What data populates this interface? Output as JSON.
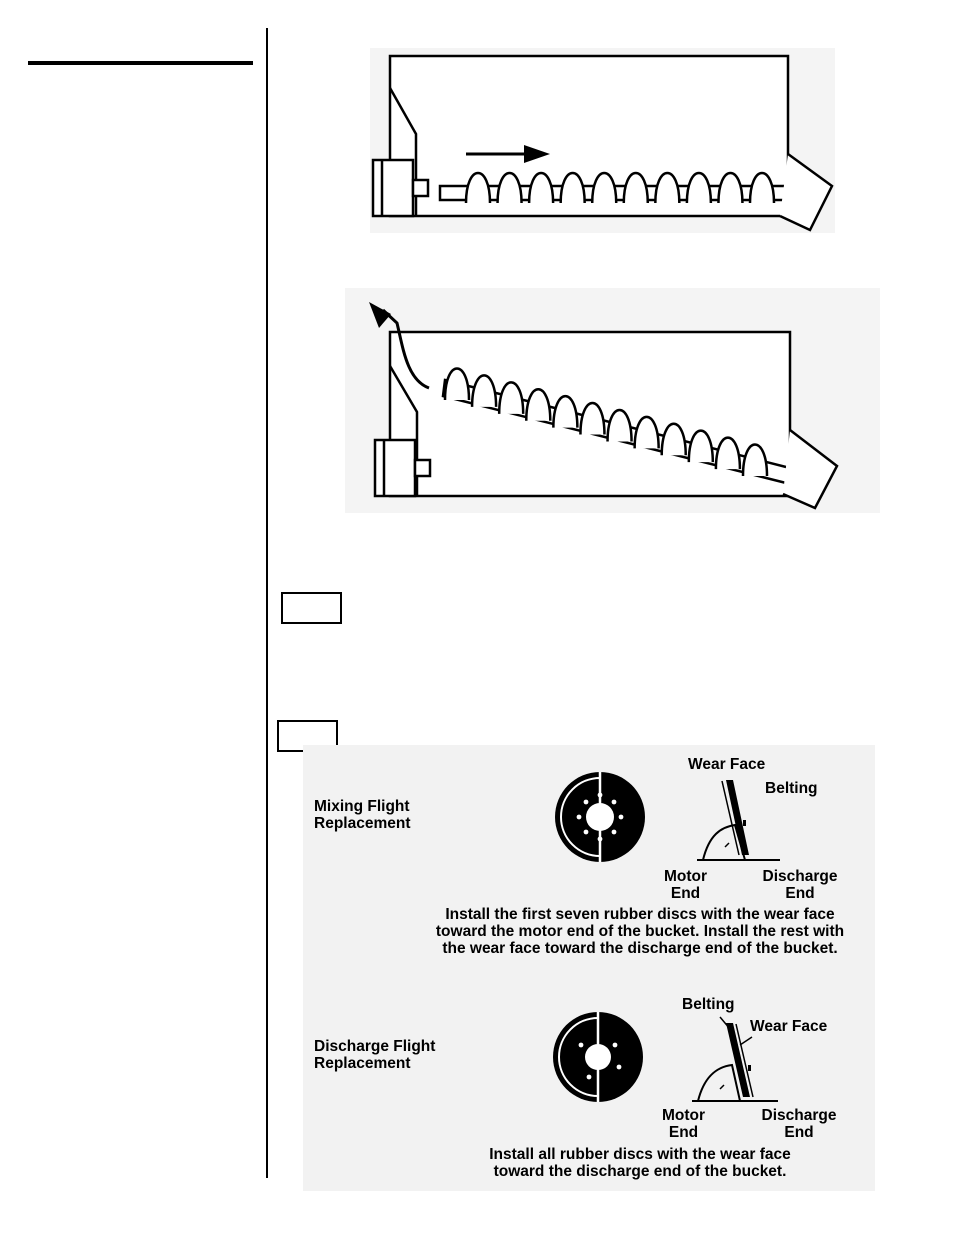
{
  "mixing": {
    "title_line1": "Mixing Flight",
    "title_line2": "Replacement",
    "wear_face": "Wear Face",
    "belting": "Belting",
    "motor_end_1": "Motor",
    "motor_end_2": "End",
    "discharge_end_1": "Discharge",
    "discharge_end_2": "End",
    "instruction_1": "Install the first seven rubber discs with the wear face",
    "instruction_2": "toward the motor end of the bucket.  Install the rest with",
    "instruction_3": "the wear face toward the discharge end of the bucket."
  },
  "discharge": {
    "title_line1": "Discharge Flight",
    "title_line2": "Replacement",
    "belting": "Belting",
    "wear_face": "Wear Face",
    "motor_end_1": "Motor",
    "motor_end_2": "End",
    "discharge_end_1": "Discharge",
    "discharge_end_2": "End",
    "instruction_1": "Install all rubber discs with the wear face",
    "instruction_2": "toward the discharge end of the bucket."
  }
}
